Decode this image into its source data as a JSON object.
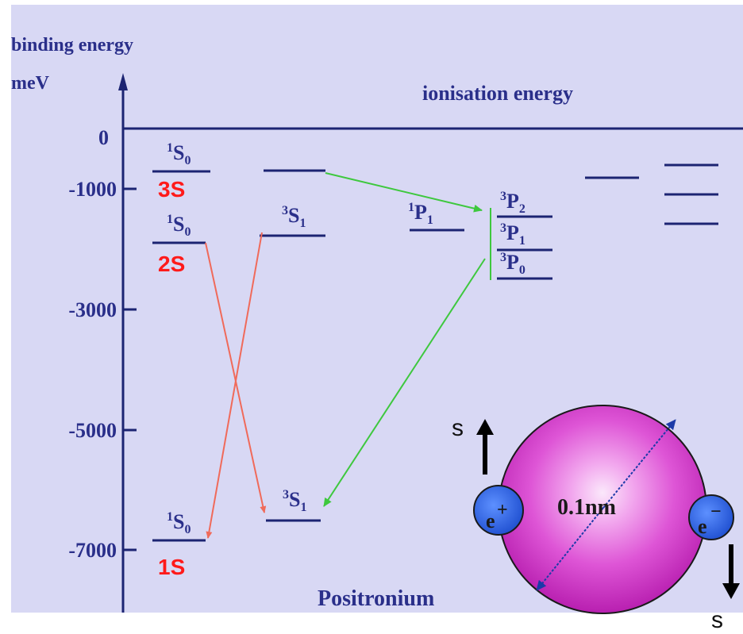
{
  "axis": {
    "label_line1": "binding energy",
    "label_line2": "meV",
    "ticks": [
      "0",
      "-1000",
      "-3000",
      "-5000",
      "-7000"
    ]
  },
  "top_line_label": "ionisation energy",
  "bottom_label": "Positronium",
  "levels": {
    "s0_3": {
      "sym": "S",
      "sup": "1",
      "sub": "0"
    },
    "s0_2": {
      "sym": "S",
      "sup": "1",
      "sub": "0"
    },
    "s0_1": {
      "sym": "S",
      "sup": "1",
      "sub": "0"
    },
    "s1_2": {
      "sym": "S",
      "sup": "3",
      "sub": "1"
    },
    "s1_1": {
      "sym": "S",
      "sup": "3",
      "sub": "1"
    },
    "p1": {
      "sym": "P",
      "sup": "1",
      "sub": "1"
    },
    "p2": {
      "sym": "P",
      "sup": "3",
      "sub": "2"
    },
    "p1t": {
      "sym": "P",
      "sup": "3",
      "sub": "1"
    },
    "p0": {
      "sym": "P",
      "sup": "3",
      "sub": "0"
    }
  },
  "shell_labels": {
    "n3": "3S",
    "n2": "2S",
    "n1": "1S"
  },
  "atom": {
    "positron": "e",
    "positron_charge": "+",
    "electron": "e",
    "electron_charge": "−",
    "size": "0.1nm",
    "spin_up": "s",
    "spin_down": "s"
  },
  "colors": {
    "background": "#d8d8f4",
    "levels": "#1c2472",
    "axis_text": "#2a2f8a",
    "red_arrow": "#f06a5a",
    "green_arrow": "#3ec83e",
    "shell_label": "#ff1a1a",
    "sphere": "#d83fd0",
    "particle": "#2f6ae8"
  }
}
